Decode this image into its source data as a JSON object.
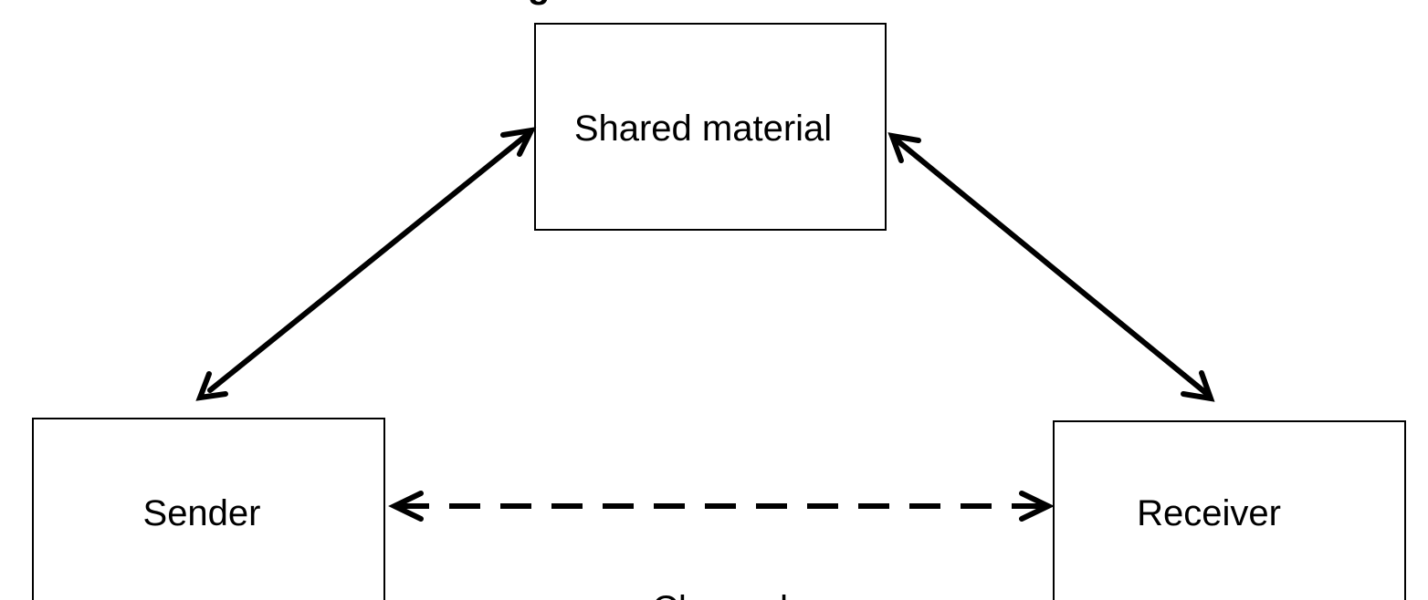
{
  "diagram": {
    "title_fragment": "g",
    "nodes": {
      "shared": {
        "label": "Shared material"
      },
      "sender": {
        "label": "Sender"
      },
      "receiver": {
        "label": "Receiver"
      }
    },
    "edges": [
      {
        "from": "sender",
        "to": "shared",
        "style": "solid",
        "direction": "both"
      },
      {
        "from": "shared",
        "to": "receiver",
        "style": "solid",
        "direction": "both"
      },
      {
        "from": "sender",
        "to": "receiver",
        "style": "dashed",
        "direction": "both"
      }
    ],
    "channel_label": "Channel",
    "colors": {
      "stroke": "#000000",
      "background": "#ffffff"
    }
  }
}
